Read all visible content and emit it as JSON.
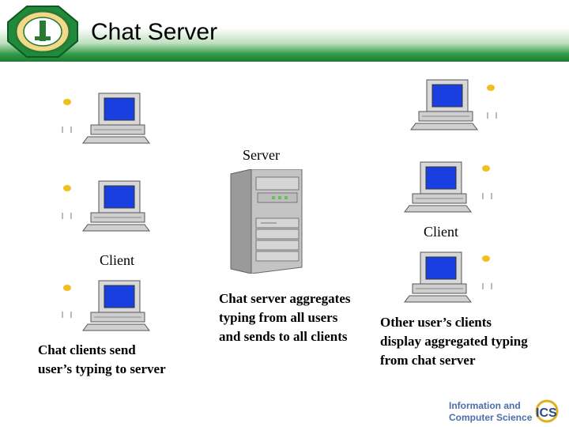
{
  "header": {
    "title": "Chat Server"
  },
  "labels": {
    "server": "Server",
    "client_left": "Client",
    "client_right": "Client"
  },
  "captions": {
    "left": "Chat clients send user’s typing to server",
    "center": "Chat server aggregates typing from all users and sends to all clients",
    "right": "Other user’s clients display aggregated typing from  chat server"
  },
  "logos": {
    "ics_line1": "Information and",
    "ics_line2": "Computer Science",
    "ics_mark": "ICS"
  },
  "icons": [
    "university-seal-icon",
    "computer-client-icon",
    "server-tower-icon",
    "ics-logo-icon"
  ]
}
